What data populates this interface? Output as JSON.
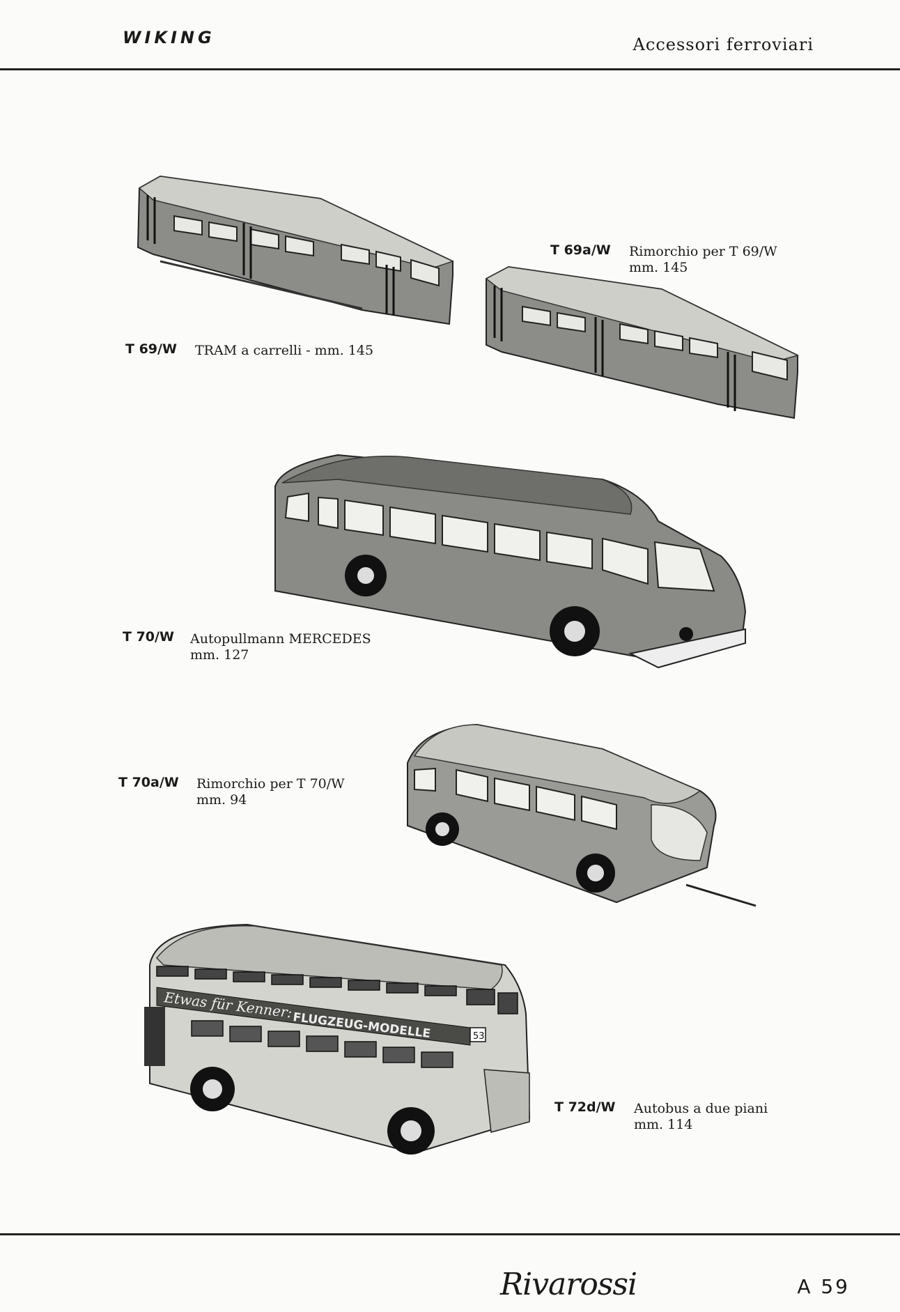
{
  "header": {
    "brand": "WIKING",
    "section": "Accessori ferroviari"
  },
  "items": [
    {
      "code": "T 69/W",
      "description": "TRAM a carrelli - mm. 145"
    },
    {
      "code": "T 69a/W",
      "description_line1": "Rimorchio per T 69/W",
      "description_line2": "mm. 145"
    },
    {
      "code": "T 70/W",
      "description_line1": "Autopullmann MERCEDES",
      "description_line2": "mm. 127"
    },
    {
      "code": "T 70a/W",
      "description_line1": "Rimorchio per T 70/W",
      "description_line2": "mm. 94"
    },
    {
      "code": "T 72d/W",
      "description_line1": "Autobus a due piani",
      "description_line2": "mm. 114",
      "livery_text_1": "Etwas für Kenner:",
      "livery_text_2": "FLUGZEUG-MODELLE",
      "route_number": "53"
    }
  ],
  "footer": {
    "logo": "Rivarossi",
    "page_number": "A 59"
  },
  "colors": {
    "ink": "#1a1a1a",
    "paper": "#fbfbf9",
    "body_grey": "#8a8a86",
    "roof_grey": "#bdbdb8"
  }
}
